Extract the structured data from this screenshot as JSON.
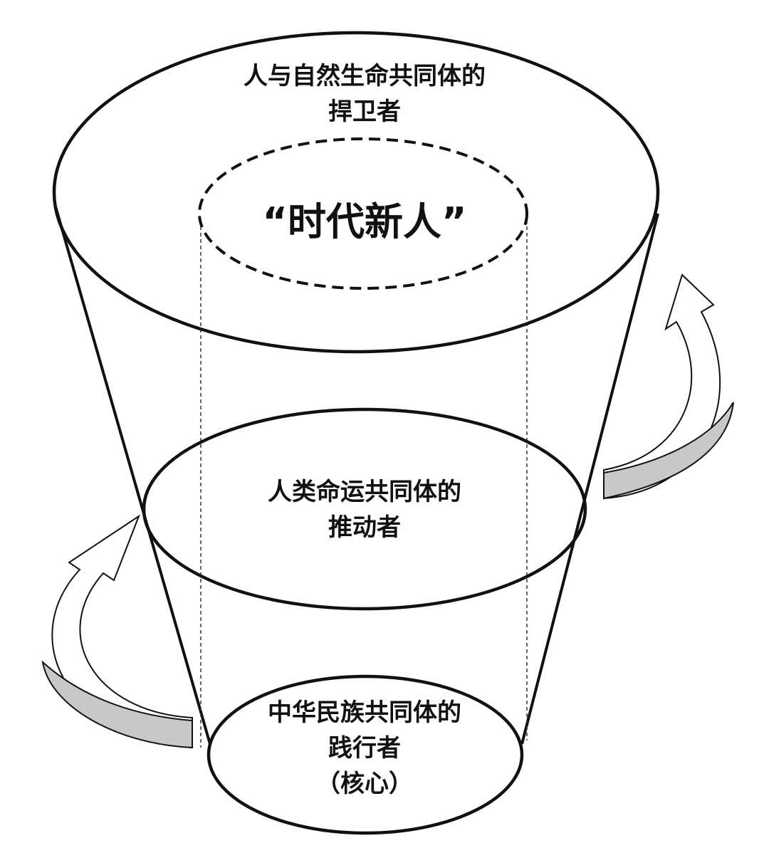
{
  "diagram": {
    "outer_layer": {
      "line1": "人与自然生命共同体的",
      "line2": "捍卫者"
    },
    "center_title": "“时代新人”",
    "middle_layer": {
      "line1": "人类命运共同体的",
      "line2": "推动者"
    },
    "core_layer": {
      "line1": "中华民族共同体的",
      "line2": "践行者",
      "line3": "（核心）"
    },
    "colors": {
      "stroke": "#111111",
      "band": "#c8c8c8",
      "background": "#ffffff"
    }
  }
}
